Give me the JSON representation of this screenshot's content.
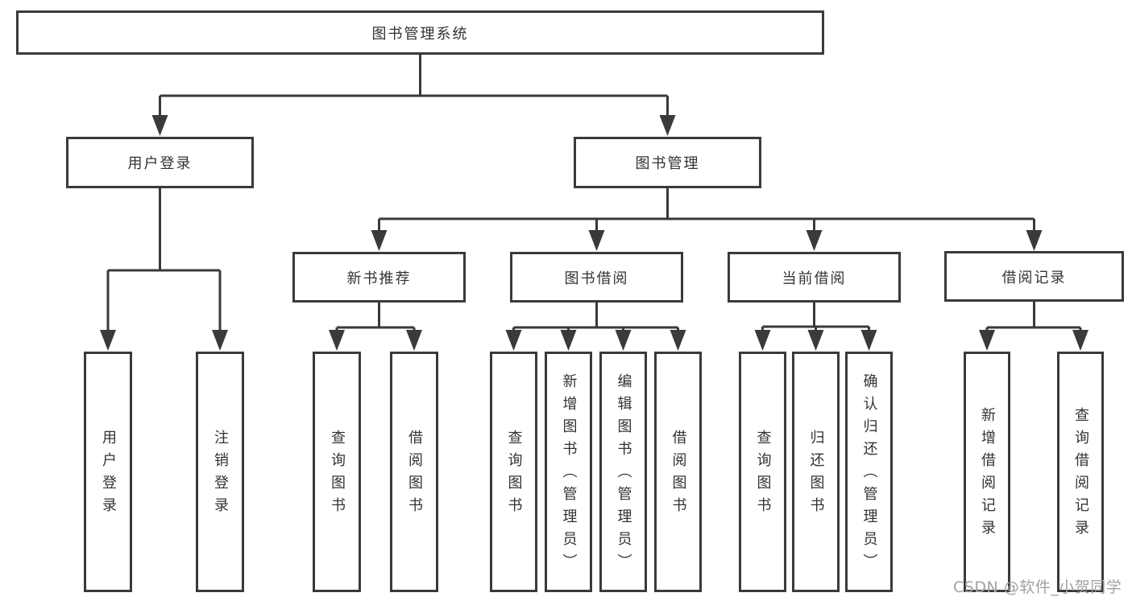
{
  "tree": {
    "root": {
      "label": "图书管理系统"
    },
    "level2": [
      {
        "id": "user-login",
        "label": "用户登录"
      },
      {
        "id": "book-management",
        "label": "图书管理"
      }
    ],
    "level3": [
      {
        "id": "new-book-recommend",
        "label": "新书推荐"
      },
      {
        "id": "book-borrowing",
        "label": "图书借阅"
      },
      {
        "id": "current-borrowing",
        "label": "当前借阅"
      },
      {
        "id": "borrowing-records",
        "label": "借阅记录"
      }
    ],
    "leaves": {
      "user_login": [
        {
          "label": "用户登录"
        },
        {
          "label": "注销登录"
        }
      ],
      "new_book": [
        {
          "label": "查询图书"
        },
        {
          "label": "借阅图书"
        }
      ],
      "book_borrowing": [
        {
          "label": "查询图书"
        },
        {
          "label": "新增图书（管理员）"
        },
        {
          "label": "编辑图书（管理员）"
        },
        {
          "label": "借阅图书"
        }
      ],
      "current_borrowing": [
        {
          "label": "查询图书"
        },
        {
          "label": "归还图书"
        },
        {
          "label": "确认归还（管理员）"
        }
      ],
      "borrowing_records": [
        {
          "label": "新增借阅记录"
        },
        {
          "label": "查询借阅记录"
        }
      ]
    }
  },
  "watermark": {
    "text": "CSDN @软件_小贺同学",
    "color": "#a0a0a8"
  },
  "colors": {
    "line": "#3a3a3a",
    "box_border": "#3a3a3a",
    "text": "#333333",
    "background": "#ffffff"
  }
}
